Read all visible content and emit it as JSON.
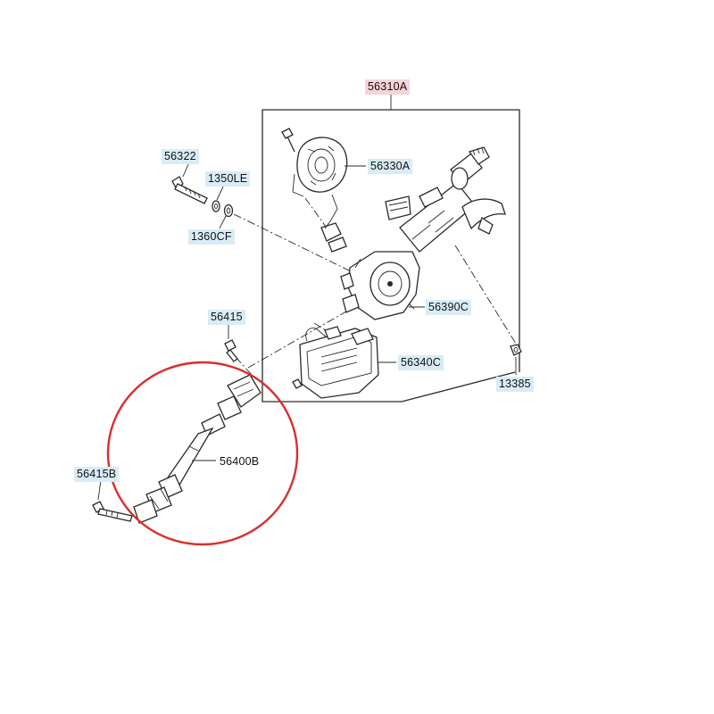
{
  "colors": {
    "label_highlight": "#d9ecf6",
    "main_label_highlight": "#f7d4d6",
    "callout_circle": "#d9302c",
    "line_art": "#2a2a2a"
  },
  "labels": {
    "main_assembly": "56310A",
    "bolt_top_left": "56322",
    "nut_1350": "1350LE",
    "washer_1360": "1360CF",
    "ignition_switch_housing": "56330A",
    "column_motor": "56390C",
    "bolt_56415": "56415",
    "control_unit": "56340C",
    "nut_right": "13385",
    "bolt_56415b": "56415B",
    "intermediate_shaft": "56400B"
  }
}
